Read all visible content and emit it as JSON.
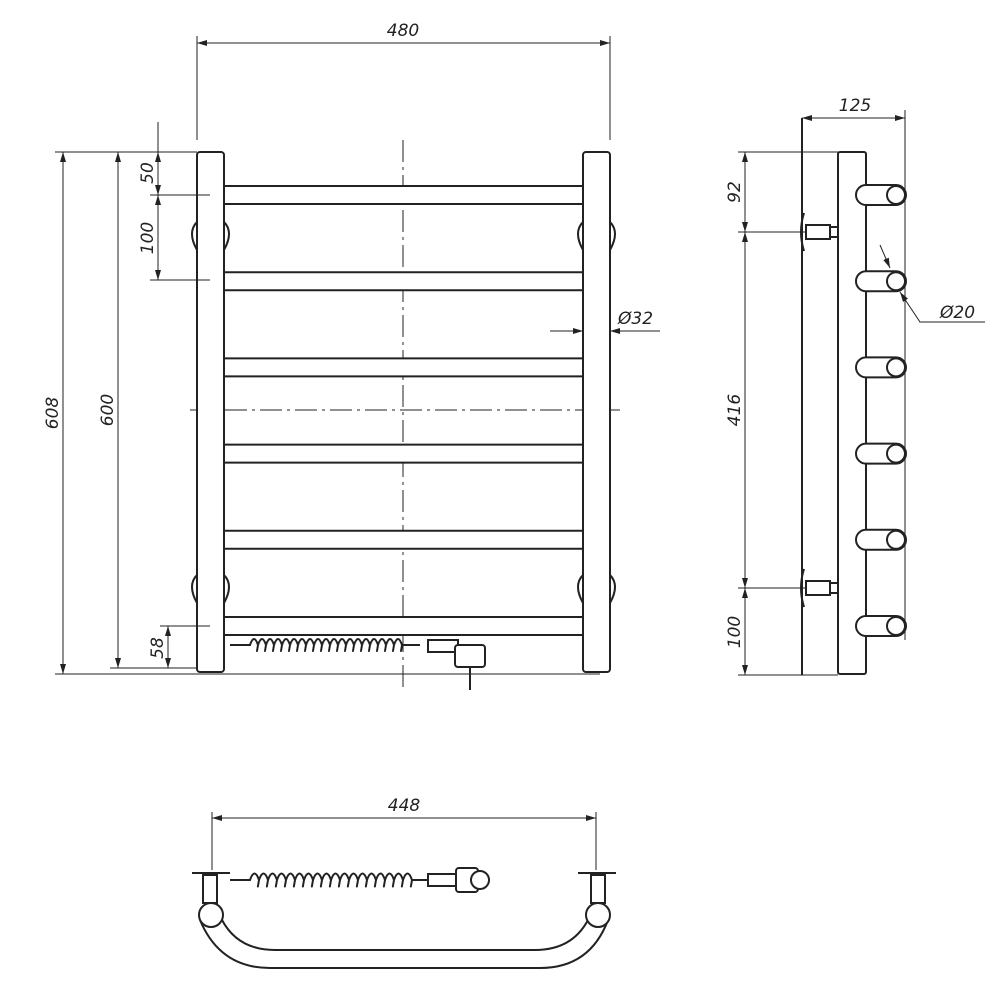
{
  "front_view": {
    "width_dim": "480",
    "height_outer_dim": "608",
    "height_dim": "600",
    "top_offset_dim": "50",
    "rung_pitch_dim": "100",
    "bottom_offset_dim": "58",
    "pipe_diameter_dim": "Ø32",
    "rung_count": 6
  },
  "side_view": {
    "depth_dim": "125",
    "top_mount_dim": "92",
    "mount_spacing_dim": "416",
    "bottom_mount_dim": "100",
    "rung_diameter_dim": "Ø20"
  },
  "top_view": {
    "width_dim": "448"
  }
}
